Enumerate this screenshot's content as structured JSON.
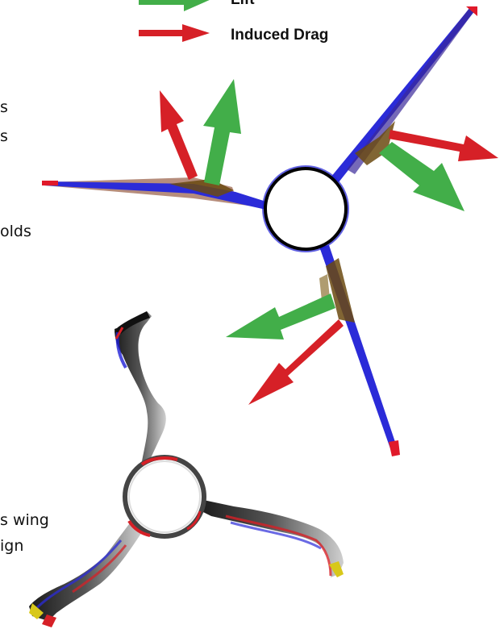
{
  "legend": {
    "lift_label": "Lift",
    "induced_drag_label": "Induced Drag",
    "lift_color": "#42ae49",
    "induced_drag_color": "#d62027"
  },
  "side_text": {
    "fragment_1": "s",
    "fragment_2": "s",
    "fragment_3": "olds",
    "fragment_4": "s wing",
    "fragment_5": "ign"
  },
  "colors": {
    "leading_edge": "#1f1fd6",
    "trailing_edge": "#7a2a0a",
    "tip": "#e0192a",
    "hub_outline": "#000000",
    "hub_fill": "#ffffff"
  }
}
